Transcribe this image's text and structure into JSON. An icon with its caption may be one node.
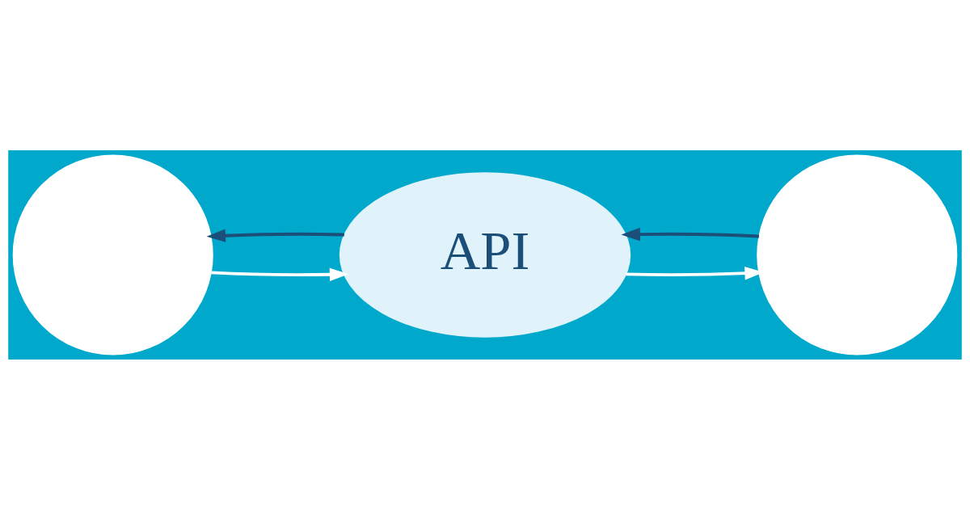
{
  "diagram": {
    "nodes": [
      {
        "text": [],
        "shape": "circle"
      },
      {
        "text": [
          "API"
        ]
      },
      {
        "text": [],
        "shape": "circle"
      }
    ],
    "edges": [
      {
        "from": 0,
        "to": 1,
        "arrow": "to",
        "color": "#ffffff"
      },
      {
        "from": 1,
        "to": 0,
        "arrow": "to",
        "color": "#1b4f7a"
      },
      {
        "from": 1,
        "to": 2,
        "arrow": "to",
        "color": "#ffffff"
      },
      {
        "from": 2,
        "to": 1,
        "arrow": "to",
        "color": "#1b4f7a"
      }
    ]
  }
}
